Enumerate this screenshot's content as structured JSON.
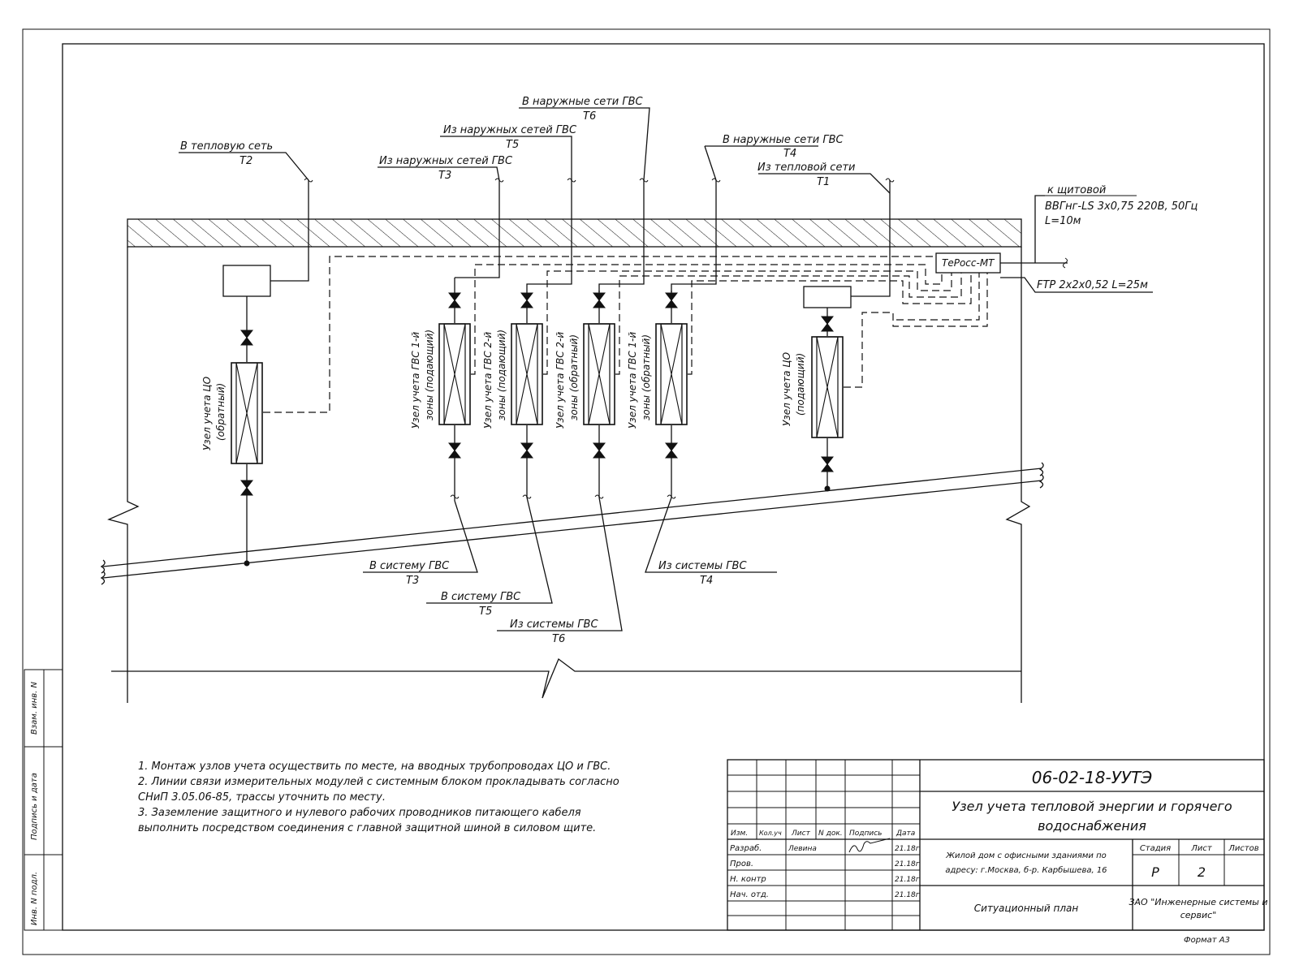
{
  "labels": {
    "heat_network_out": "В тепловую сеть",
    "heat_network_out_code": "Т2",
    "hws_from_ext_t3": "Из наружных сетей ГВС",
    "hws_from_ext_t3_code": "Т3",
    "hws_from_ext_t5": "Из наружных сетей ГВС",
    "hws_from_ext_t5_code": "Т5",
    "hws_to_ext_t6": "В наружные сети ГВС",
    "hws_to_ext_t6_code": "Т6",
    "hws_to_ext_t4": "В наружные сети ГВС",
    "hws_to_ext_t4_code": "Т4",
    "from_heat_network": "Из тепловой сети",
    "from_heat_network_code": "Т1",
    "to_panel": "к щитовой",
    "cable_power": "ВВГнг-LS 3х0,75 220В, 50Гц",
    "cable_power_length": "L=10м",
    "controller": "ТеРосс-МТ",
    "cable_signal": "FTP 2х2х0,52 L=25м",
    "node_co_return": [
      "Узел учета ЦО",
      "(обратный)"
    ],
    "node_hws1_supply": [
      "Узел учета ГВС 1-й",
      "зоны (подающий)"
    ],
    "node_hws2_supply": [
      "Узел учета ГВС 2-й",
      "зоны (подающий)"
    ],
    "node_hws2_return": [
      "Узел учета ГВС 2-й",
      "зоны (обратный)"
    ],
    "node_hws1_return": [
      "Узел учета ГВС 1-й",
      "зоны (обратный)"
    ],
    "node_co_supply": [
      "Узел учета ЦО",
      "(подающий)"
    ],
    "to_hws_t3": "В систему ГВС",
    "to_hws_t3_code": "Т3",
    "to_hws_t5": "В систему ГВС",
    "to_hws_t5_code": "Т5",
    "from_hws_t6": "Из системы ГВС",
    "from_hws_t6_code": "Т6",
    "from_hws_t4": "Из системы ГВС",
    "from_hws_t4_code": "Т4"
  },
  "notes": [
    "1. Монтаж узлов учета осуществить по месте, на вводных трубопроводах ЦО и ГВС.",
    "2. Линии связи измерительных модулей с системным блоком прокладывать согласно",
    "СНиП 3.05.06-85, трассы уточнить по месту.",
    "3. Заземление защитного и нулевого рабочих проводников питающего кабеля",
    "выполнить посредством соединения с главной защитной шиной в силовом щите."
  ],
  "side_stamp": {
    "inv_ref": "Взам. инв. N",
    "sign_date": "Подпись и дата",
    "inv_orig": "Инв. N подл."
  },
  "title_block": {
    "doc_code": "06-02-18-УУТЭ",
    "title_line1": "Узел учета тепловой энергии и горячего",
    "title_line2": "водоснабжения",
    "object_line1": "Жилой дом с офисными зданиями по",
    "object_line2": "адресу: г.Москва, б-р. Карбышева, 16",
    "stage_header": "Стадия",
    "sheet_header": "Лист",
    "sheets_header": "Листов",
    "stage": "Р",
    "sheet": "2",
    "sheets": "",
    "drawing_name": "Ситуационный план",
    "company_line1": "ЗАО \"Инженерные системы и",
    "company_line2": "сервис\"",
    "format": "Формат А3",
    "col_headers": [
      "Изм.",
      "Кол.уч",
      "Лист",
      "N док.",
      "Подпись",
      "Дата"
    ],
    "rows": [
      {
        "role": "Разраб.",
        "name": "Левина",
        "date": "21.18г"
      },
      {
        "role": "Пров.",
        "name": "",
        "date": "21.18г"
      },
      {
        "role": "Н. контр",
        "name": "",
        "date": "21.18г"
      },
      {
        "role": "Нач. отд.",
        "name": "",
        "date": "21.18г"
      }
    ]
  }
}
